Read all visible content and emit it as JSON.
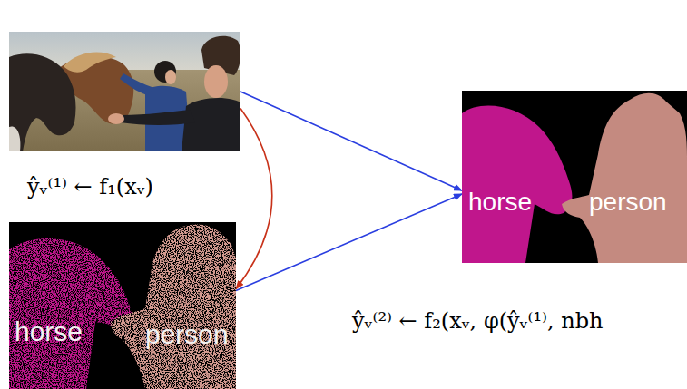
{
  "diagram": {
    "nodes": [
      {
        "text": []
      },
      {
        "text": [
          "horse",
          "person"
        ]
      },
      {
        "text": [
          "horse",
          "person"
        ]
      }
    ],
    "edges": [
      {
        "from": 0,
        "to": 2,
        "arrow": "to"
      },
      {
        "from": 1,
        "to": 2,
        "arrow": "to"
      },
      {
        "from": 0,
        "to": 1,
        "arrow": "to"
      }
    ],
    "labels": [
      "ŷᵥ⁽¹⁾ ← f₁(xᵥ)",
      "ŷᵥ⁽²⁾ ← f₂(xᵥ, φ(ŷᵥ⁽¹⁾, nbh"
    ]
  }
}
